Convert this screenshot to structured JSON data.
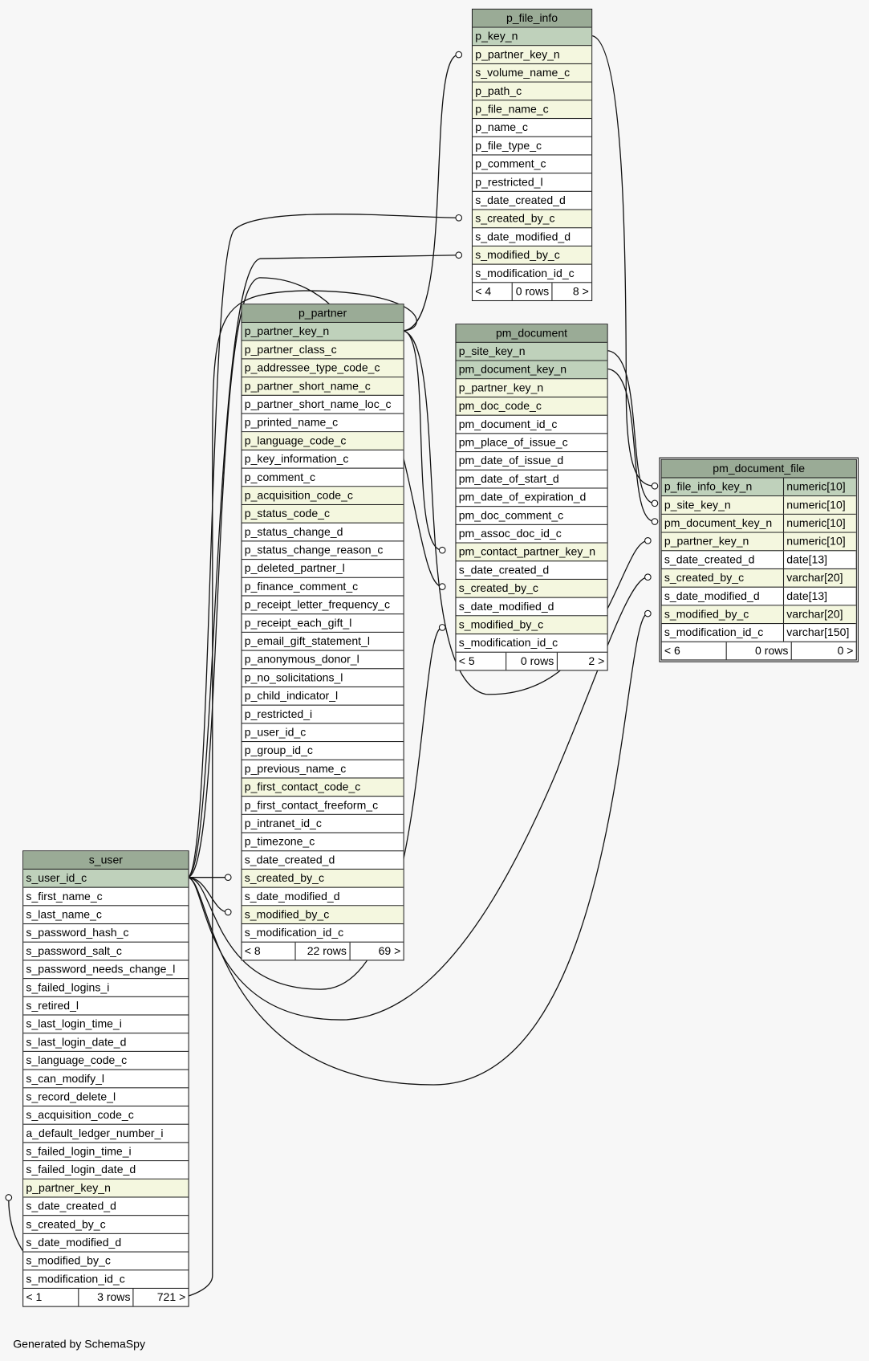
{
  "colors": {
    "header": "#9aab96",
    "primary_key": "#bfd1bb",
    "foreign_key": "#f4f7df"
  },
  "tables": [
    {
      "id": "p_file_info",
      "name": "p_file_info",
      "columns": [
        [
          "p_key_n",
          "pk"
        ],
        [
          "p_partner_key_n",
          "fk"
        ],
        [
          "s_volume_name_c",
          "fk"
        ],
        [
          "p_path_c",
          "fk"
        ],
        [
          "p_file_name_c",
          "fk"
        ],
        [
          "p_name_c",
          ""
        ],
        [
          "p_file_type_c",
          ""
        ],
        [
          "p_comment_c",
          ""
        ],
        [
          "p_restricted_l",
          ""
        ],
        [
          "s_date_created_d",
          ""
        ],
        [
          "s_created_by_c",
          "fk"
        ],
        [
          "s_date_modified_d",
          ""
        ],
        [
          "s_modified_by_c",
          "fk"
        ],
        [
          "s_modification_id_c",
          ""
        ]
      ],
      "footer": [
        "< 4",
        "0 rows",
        "8 >"
      ]
    },
    {
      "id": "p_partner",
      "name": "p_partner",
      "columns": [
        [
          "p_partner_key_n",
          "pk"
        ],
        [
          "p_partner_class_c",
          "fk"
        ],
        [
          "p_addressee_type_code_c",
          "fk"
        ],
        [
          "p_partner_short_name_c",
          "fk"
        ],
        [
          "p_partner_short_name_loc_c",
          ""
        ],
        [
          "p_printed_name_c",
          ""
        ],
        [
          "p_language_code_c",
          "fk"
        ],
        [
          "p_key_information_c",
          ""
        ],
        [
          "p_comment_c",
          ""
        ],
        [
          "p_acquisition_code_c",
          "fk"
        ],
        [
          "p_status_code_c",
          "fk"
        ],
        [
          "p_status_change_d",
          ""
        ],
        [
          "p_status_change_reason_c",
          ""
        ],
        [
          "p_deleted_partner_l",
          ""
        ],
        [
          "p_finance_comment_c",
          ""
        ],
        [
          "p_receipt_letter_frequency_c",
          ""
        ],
        [
          "p_receipt_each_gift_l",
          ""
        ],
        [
          "p_email_gift_statement_l",
          ""
        ],
        [
          "p_anonymous_donor_l",
          ""
        ],
        [
          "p_no_solicitations_l",
          ""
        ],
        [
          "p_child_indicator_l",
          ""
        ],
        [
          "p_restricted_i",
          ""
        ],
        [
          "p_user_id_c",
          ""
        ],
        [
          "p_group_id_c",
          ""
        ],
        [
          "p_previous_name_c",
          ""
        ],
        [
          "p_first_contact_code_c",
          "fk"
        ],
        [
          "p_first_contact_freeform_c",
          ""
        ],
        [
          "p_intranet_id_c",
          ""
        ],
        [
          "p_timezone_c",
          ""
        ],
        [
          "s_date_created_d",
          ""
        ],
        [
          "s_created_by_c",
          "fk"
        ],
        [
          "s_date_modified_d",
          ""
        ],
        [
          "s_modified_by_c",
          "fk"
        ],
        [
          "s_modification_id_c",
          ""
        ]
      ],
      "footer": [
        "< 8",
        "22 rows",
        "69 >"
      ]
    },
    {
      "id": "pm_document",
      "name": "pm_document",
      "columns": [
        [
          "p_site_key_n",
          "pk"
        ],
        [
          "pm_document_key_n",
          "pk"
        ],
        [
          "p_partner_key_n",
          "fk"
        ],
        [
          "pm_doc_code_c",
          "fk"
        ],
        [
          "pm_document_id_c",
          ""
        ],
        [
          "pm_place_of_issue_c",
          ""
        ],
        [
          "pm_date_of_issue_d",
          ""
        ],
        [
          "pm_date_of_start_d",
          ""
        ],
        [
          "pm_date_of_expiration_d",
          ""
        ],
        [
          "pm_doc_comment_c",
          ""
        ],
        [
          "pm_assoc_doc_id_c",
          ""
        ],
        [
          "pm_contact_partner_key_n",
          "fk"
        ],
        [
          "s_date_created_d",
          ""
        ],
        [
          "s_created_by_c",
          "fk"
        ],
        [
          "s_date_modified_d",
          ""
        ],
        [
          "s_modified_by_c",
          "fk"
        ],
        [
          "s_modification_id_c",
          ""
        ]
      ],
      "footer": [
        "< 5",
        "0 rows",
        "2 >"
      ]
    },
    {
      "id": "pm_document_file",
      "name": "pm_document_file",
      "columns": [
        [
          "p_file_info_key_n",
          "pk",
          "numeric[10]"
        ],
        [
          "p_site_key_n",
          "fk",
          "numeric[10]"
        ],
        [
          "pm_document_key_n",
          "fk",
          "numeric[10]"
        ],
        [
          "p_partner_key_n",
          "fk",
          "numeric[10]"
        ],
        [
          "s_date_created_d",
          "",
          "date[13]"
        ],
        [
          "s_created_by_c",
          "fk",
          "varchar[20]"
        ],
        [
          "s_date_modified_d",
          "",
          "date[13]"
        ],
        [
          "s_modified_by_c",
          "fk",
          "varchar[20]"
        ],
        [
          "s_modification_id_c",
          "",
          "varchar[150]"
        ]
      ],
      "footer": [
        "< 6",
        "0 rows",
        "0 >"
      ]
    },
    {
      "id": "s_user",
      "name": "s_user",
      "columns": [
        [
          "s_user_id_c",
          "pk"
        ],
        [
          "s_first_name_c",
          ""
        ],
        [
          "s_last_name_c",
          ""
        ],
        [
          "s_password_hash_c",
          ""
        ],
        [
          "s_password_salt_c",
          ""
        ],
        [
          "s_password_needs_change_l",
          ""
        ],
        [
          "s_failed_logins_i",
          ""
        ],
        [
          "s_retired_l",
          ""
        ],
        [
          "s_last_login_time_i",
          ""
        ],
        [
          "s_last_login_date_d",
          ""
        ],
        [
          "s_language_code_c",
          ""
        ],
        [
          "s_can_modify_l",
          ""
        ],
        [
          "s_record_delete_l",
          ""
        ],
        [
          "s_acquisition_code_c",
          ""
        ],
        [
          "a_default_ledger_number_i",
          ""
        ],
        [
          "s_failed_login_time_i",
          ""
        ],
        [
          "s_failed_login_date_d",
          ""
        ],
        [
          "p_partner_key_n",
          "fk"
        ],
        [
          "s_date_created_d",
          ""
        ],
        [
          "s_created_by_c",
          ""
        ],
        [
          "s_date_modified_d",
          ""
        ],
        [
          "s_modified_by_c",
          ""
        ],
        [
          "s_modification_id_c",
          ""
        ]
      ],
      "footer": [
        "< 1",
        "3 rows",
        "721 >"
      ]
    }
  ],
  "credit": "Generated by SchemaSpy"
}
